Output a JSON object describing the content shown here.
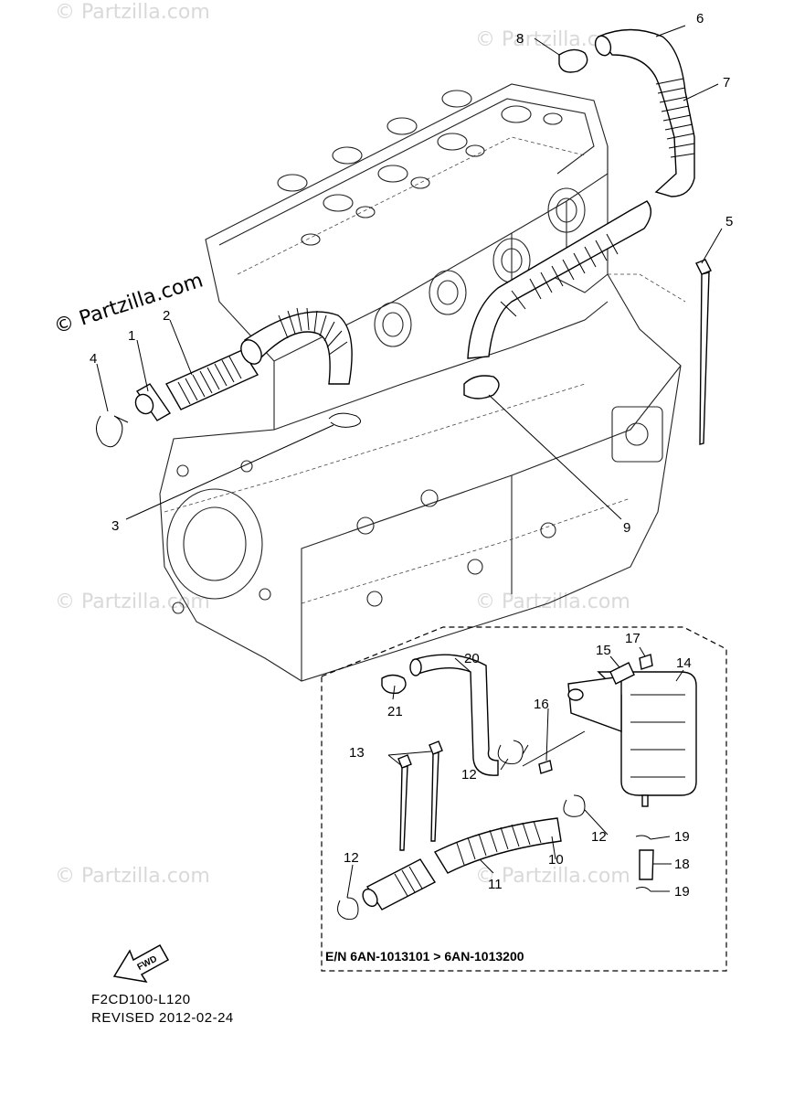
{
  "watermarks": {
    "main": "© Partzilla.com",
    "faint": "© Partzilla.com"
  },
  "callouts": {
    "c1": "1",
    "c2": "2",
    "c3": "3",
    "c4": "4",
    "c5": "5",
    "c6": "6",
    "c7": "7",
    "c8": "8",
    "c9": "9",
    "c10": "10",
    "c11": "11",
    "c12a": "12",
    "c12b": "12",
    "c12c": "12",
    "c13": "13",
    "c14": "14",
    "c15": "15",
    "c16": "16",
    "c17": "17",
    "c18": "18",
    "c19a": "19",
    "c19b": "19",
    "c20": "20",
    "c21": "21"
  },
  "inset_note": "E/N 6AN-1013101 > 6AN-1013200",
  "fwd_label": "FWD",
  "footer": {
    "code": "F2CD100-L120",
    "revised": "REVISED 2012-02-24"
  }
}
